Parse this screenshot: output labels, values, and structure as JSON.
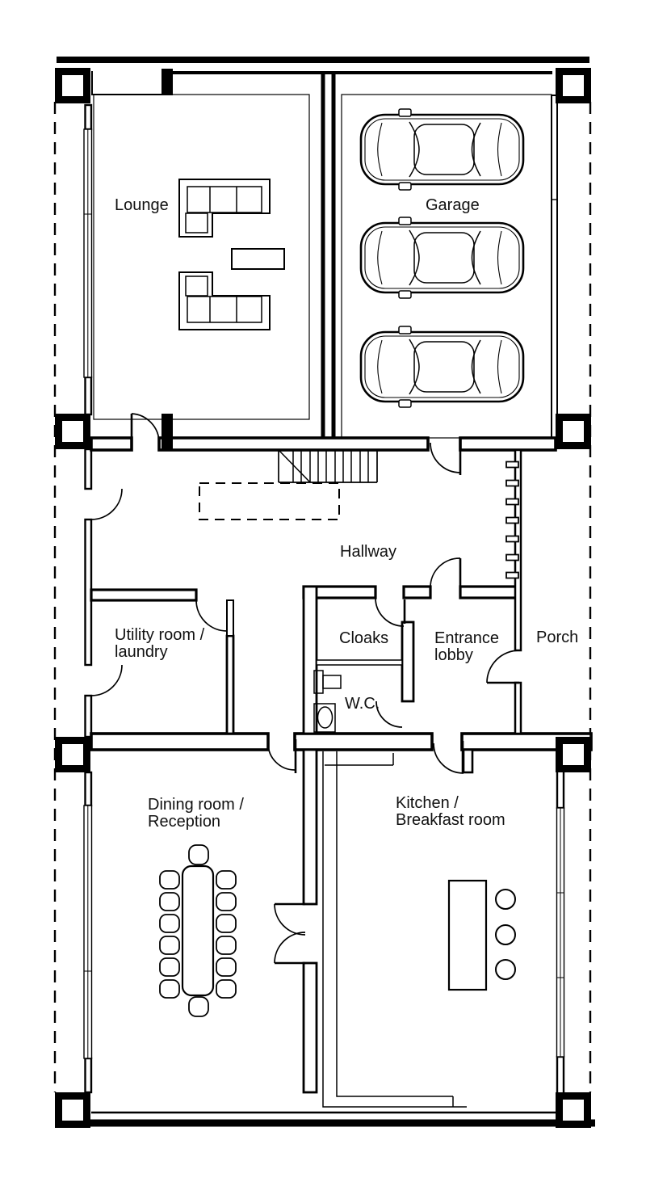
{
  "drawing": {
    "type": "architectural-floor-plan",
    "background_color": "#ffffff",
    "line_color": "#000000",
    "label_color": "#111111"
  },
  "rooms": {
    "lounge": {
      "label": "Lounge"
    },
    "garage": {
      "label": "Garage"
    },
    "hallway": {
      "label": "Hallway"
    },
    "utility_room": {
      "label_line1": "Utility room /",
      "label_line2": "laundry"
    },
    "cloaks": {
      "label": "Cloaks"
    },
    "entrance_lobby": {
      "label_line1": "Entrance",
      "label_line2": "lobby"
    },
    "porch": {
      "label": "Porch"
    },
    "wc": {
      "label": "W.C."
    },
    "dining_room": {
      "label_line1": "Dining room /",
      "label_line2": "Reception"
    },
    "kitchen": {
      "label_line1": "Kitchen /",
      "label_line2": "Breakfast room"
    }
  },
  "features": {
    "cars_in_garage": 3,
    "dining_chairs": 14,
    "kitchen_bar_stools": 3,
    "structural_posts": 8
  }
}
